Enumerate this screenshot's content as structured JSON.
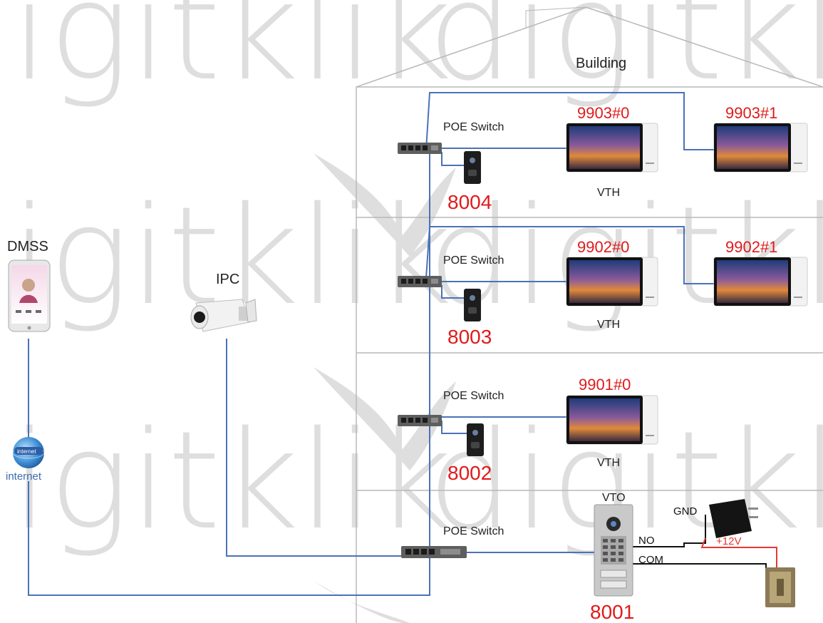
{
  "building": {
    "title": "Building"
  },
  "labels": {
    "poe_switch": "POE Switch",
    "vth": "VTH",
    "vto": "VTO",
    "dmss": "DMSS",
    "ipc": "IPC",
    "internet": "internet",
    "globe_text": "internet"
  },
  "floors": [
    {
      "vto_id": "8004",
      "monitors": [
        "9903#0",
        "9903#1"
      ]
    },
    {
      "vto_id": "8003",
      "monitors": [
        "9902#0",
        "9902#1"
      ]
    },
    {
      "vto_id": "8002",
      "monitors": [
        "9901#0"
      ]
    }
  ],
  "ground": {
    "vto_id": "8001",
    "wiring": {
      "no": "NO",
      "com": "COM",
      "gnd": "GND",
      "plus12v": "+12V"
    }
  },
  "watermark": {
    "text": "digitklik"
  },
  "colors": {
    "cable": "#4a72b8",
    "id_red": "#e01a1a",
    "power_red": "#e53935",
    "wire_black": "#111111",
    "outline": "#b8b8b8",
    "watermark": "#d9d9d9"
  }
}
